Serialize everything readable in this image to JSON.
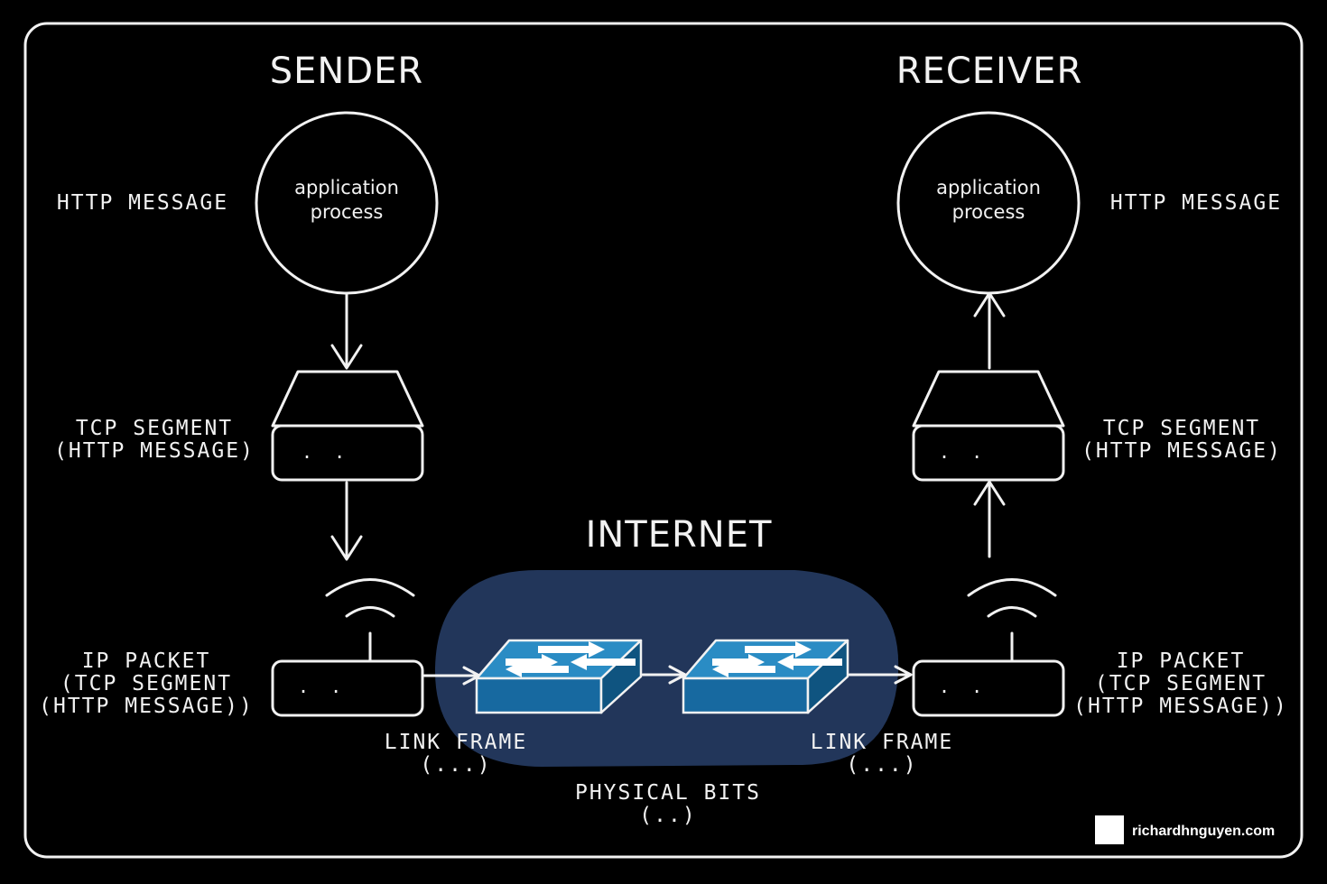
{
  "sender": {
    "title": "SENDER",
    "process_line1": "application",
    "process_line2": "process",
    "http_label": "HTTP MESSAGE",
    "tcp_line1": "TCP SEGMENT",
    "tcp_line2": "(HTTP MESSAGE)",
    "ip_line1": "IP PACKET",
    "ip_line2": "(TCP SEGMENT",
    "ip_line3": "(HTTP MESSAGE))",
    "link_line1": "LINK FRAME",
    "link_line2": "(...)"
  },
  "receiver": {
    "title": "RECEIVER",
    "process_line1": "application",
    "process_line2": "process",
    "http_label": "HTTP MESSAGE",
    "tcp_line1": "TCP SEGMENT",
    "tcp_line2": "(HTTP MESSAGE)",
    "ip_line1": "IP PACKET",
    "ip_line2": "(TCP SEGMENT",
    "ip_line3": "(HTTP MESSAGE))",
    "link_line1": "LINK FRAME",
    "link_line2": "(...)"
  },
  "internet": {
    "title": "INTERNET",
    "physical_line1": "PHYSICAL BITS",
    "physical_line2": "(..)"
  },
  "box_dots": ". .",
  "branding": {
    "site": "richardhnguyen.com"
  },
  "colors": {
    "background": "#000000",
    "stroke": "#f2f2f2",
    "internet_cloud": "#22365a",
    "switch_top": "#2a8cc4",
    "switch_front": "#1769a0",
    "switch_side": "#0f5480"
  }
}
